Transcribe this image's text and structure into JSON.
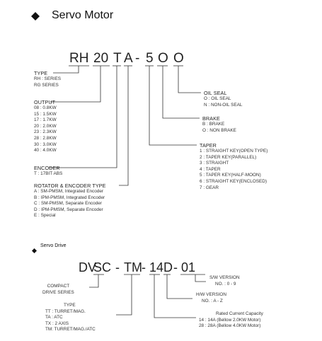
{
  "servo_motor": {
    "title": "Servo Motor",
    "code": [
      "RH",
      "20",
      "T",
      "A",
      "-",
      "5",
      "O",
      "O"
    ],
    "type": {
      "label": "TYPE",
      "items": [
        "RH : SERIES",
        "RG SERIES"
      ]
    },
    "output": {
      "label": "OUTPUT",
      "items": [
        "08 : 0.8KW",
        "15 : 1.5KW",
        "17 : 1.7KW",
        "20 : 2.0KW",
        "23 : 2.3KW",
        "28 : 2.8KW",
        "30 : 3.0KW",
        "40 : 4.0KW"
      ]
    },
    "encoder": {
      "label": "ENCODER",
      "items": [
        "T : 17BIT ABS"
      ]
    },
    "rotator": {
      "label": "ROTATOR & ENCODER TYPE",
      "items": [
        "A : SM-PMSM, Integrated Encoder",
        "B : IPM-PMSM, Integrated Encoder",
        "C : SM-PMSM, Separate Encoder",
        "D : IPM-PMSM, Separate Encoder",
        "E : Special"
      ]
    },
    "oil_seal": {
      "label": "OIL SEAL",
      "items": [
        "O : OIL SEAL",
        "N : NON-OIL SEAL"
      ]
    },
    "brake": {
      "label": "BRAKE",
      "items": [
        "B : BRAKE",
        "O : NON BRAKE"
      ]
    },
    "taper": {
      "label": "TAPER",
      "items": [
        "1 : STRAIGHT KEY(OPEN TYPE)",
        "2 : TAPER KEY(PARALLEL)",
        "3 : STRAIGHT",
        "4 : TAPER",
        "5 : TAPER KEY(HALF-MOON)",
        "6 : STRAIGHT KEY(ENCLOSED)",
        "7 : GEAR"
      ]
    }
  },
  "servo_drive": {
    "title": "Servo Drive",
    "code": [
      "DV",
      "SC",
      "-",
      "TM",
      "-",
      "14",
      "D",
      "-",
      "01"
    ],
    "series": {
      "items": [
        "COMPACT",
        "DRIVE SERIES"
      ]
    },
    "type": {
      "label": "TYPE",
      "items": [
        "TT : TURRET/MAG.",
        "TA : ATC",
        "TX : 2 AXIS",
        "TM: TURRET/MAG./ATC"
      ]
    },
    "sw": {
      "label": "S/W  VERSION",
      "items": [
        "NO. : 0 - 9"
      ]
    },
    "hw": {
      "label": "H/W  VERSION",
      "items": [
        "NO. : A - Z"
      ]
    },
    "current": {
      "label": "Rated Current Capacity",
      "items": [
        "14 : 14A (Bellow 2.0KW Motor)",
        "28 : 28A (Bellow 4.0KW Motor)"
      ]
    }
  }
}
